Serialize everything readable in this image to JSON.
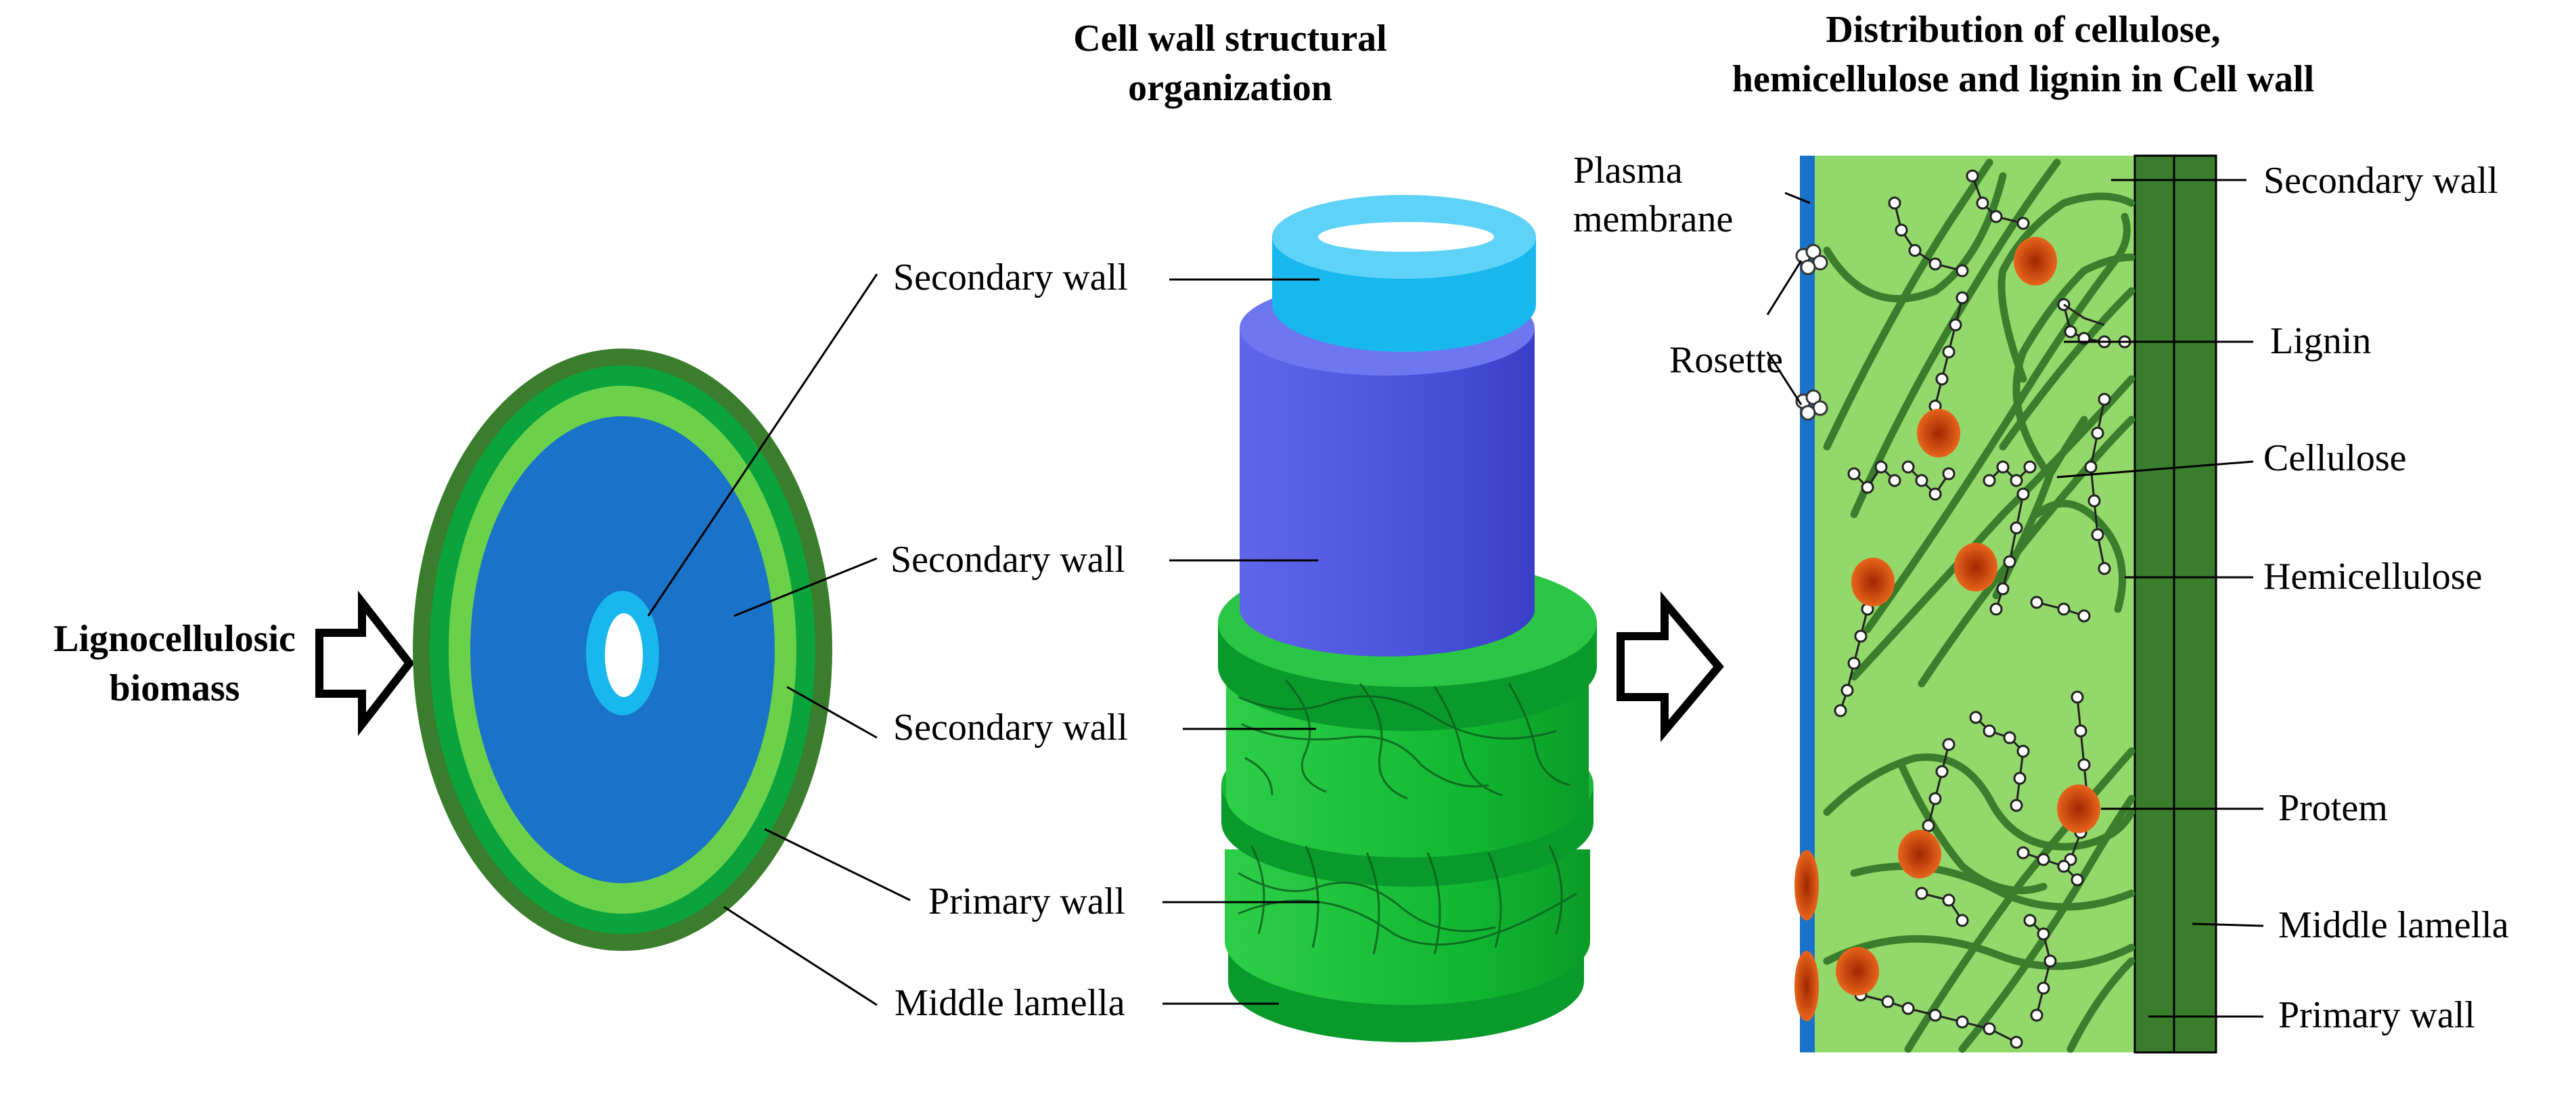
{
  "left": {
    "input_label_line1": "Lignocellulosic",
    "input_label_line2": "biomass",
    "callouts": [
      "Secondary wall",
      "Secondary wall",
      "Secondary wall",
      "Primary wall",
      "Middle lamella"
    ]
  },
  "middle": {
    "title_line1": "Cell wall structural",
    "title_line2": "organization"
  },
  "right": {
    "title_line1": "Distribution of cellulose,",
    "title_line2": "hemicellulose and lignin in Cell wall",
    "plasma_membrane_line1": "Plasma",
    "plasma_membrane_line2": "membrane",
    "rosette": "Rosette",
    "labels": [
      "Secondary wall",
      "Lignin",
      "Cellulose",
      "Hemicellulose",
      "Protem",
      "Middle lamella",
      "Primary wall"
    ]
  },
  "colors": {
    "dark_green": "#3a7d2c",
    "mid_green": "#0aa33c",
    "light_green": "#6cd14a",
    "pale_green": "#93d86a",
    "blue": "#1a72c9",
    "cyan": "#18b8ef",
    "violet_blue": "#4e55df",
    "bright_green": "#22c93c",
    "protein_orange": "#d44a10"
  }
}
